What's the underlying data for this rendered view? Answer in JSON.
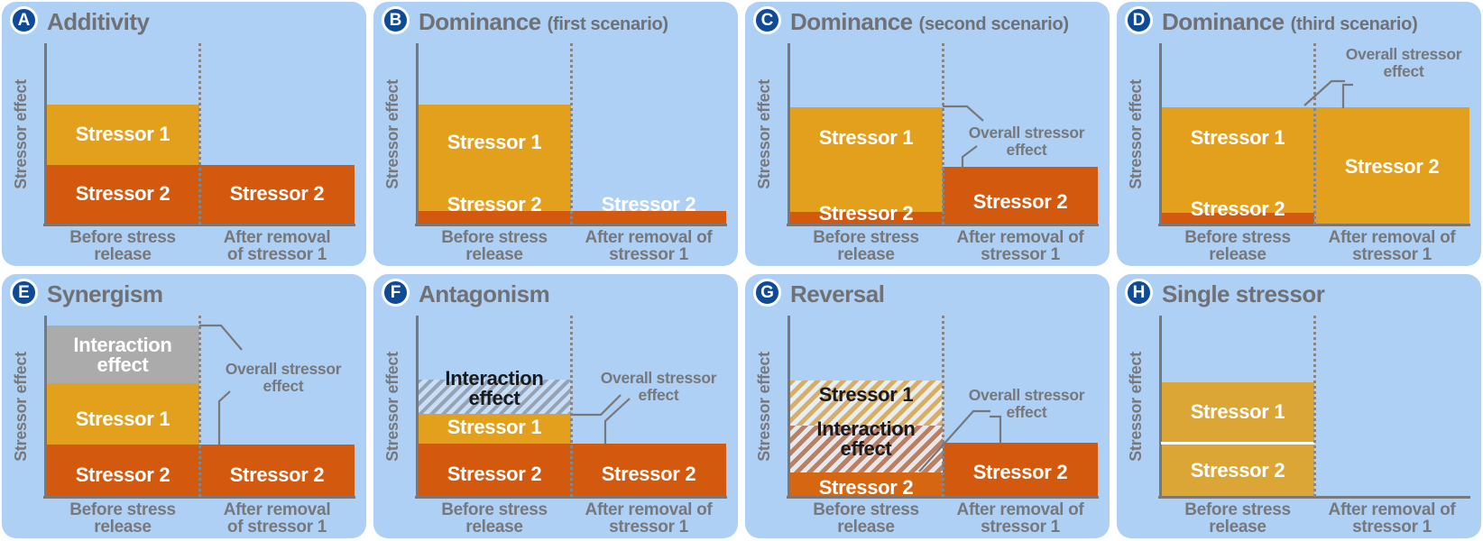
{
  "figure": {
    "description": "Stressor interaction scenarios diagram, panels A-H"
  },
  "colors": {
    "panel_bg": "#AFD0F5",
    "stressor1_amber": "#E3A01C",
    "stressor2_orange": "#D2590E",
    "single_stressor_amber": "#DBA636",
    "interaction_gray": "#ABABAB",
    "badge_navy": "#0F4A96",
    "text_gray": "#6F7174",
    "axis_gray": "#77787B"
  },
  "panels": [
    {
      "letter": "A",
      "title": "Additivity",
      "subtitle": "",
      "ylabel": "Stressor effect",
      "x_left": [
        "Before stress",
        "release"
      ],
      "x_right": [
        "After removal",
        "of stressor 1"
      ],
      "s1": "Stressor 1",
      "s2_left": "Stressor 2",
      "s2_right": "Stressor 2"
    },
    {
      "letter": "B",
      "title": "Dominance",
      "subtitle": "(first scenario)",
      "ylabel": "Stressor effect",
      "x_left": [
        "Before stress",
        "release"
      ],
      "x_right": [
        "After removal of",
        "stressor 1"
      ],
      "s1": "Stressor 1",
      "s2_left": "Stressor 2",
      "s2_right": "Stressor 2"
    },
    {
      "letter": "C",
      "title": "Dominance",
      "subtitle": "(second scenario)",
      "ylabel": "Stressor effect",
      "x_left": [
        "Before stress",
        "release"
      ],
      "x_right": [
        "After removal of",
        "stressor 1"
      ],
      "s1": "Stressor 1",
      "s2_left": "Stressor 2",
      "s2_right": "Stressor 2",
      "callout": [
        "Overall stressor",
        "effect"
      ]
    },
    {
      "letter": "D",
      "title": "Dominance",
      "subtitle": "(third scenario)",
      "ylabel": "Stressor effect",
      "x_left": [
        "Before stress",
        "release"
      ],
      "x_right": [
        "After removal of",
        "stressor 1"
      ],
      "s1": "Stressor 1",
      "s2_left": "Stressor 2",
      "s2_right": "Stressor 2",
      "callout": [
        "Overall stressor",
        "effect"
      ]
    },
    {
      "letter": "E",
      "title": "Synergism",
      "subtitle": "",
      "ylabel": "Stressor effect",
      "x_left": [
        "Before stress",
        "release"
      ],
      "x_right": [
        "After removal",
        "of stressor 1"
      ],
      "interaction": [
        "Interaction",
        "effect"
      ],
      "s1": "Stressor 1",
      "s2_left": "Stressor 2",
      "s2_right": "Stressor 2",
      "callout": [
        "Overall stressor",
        "effect"
      ]
    },
    {
      "letter": "F",
      "title": "Antagonism",
      "subtitle": "",
      "ylabel": "Stressor effect",
      "x_left": [
        "Before stress",
        "release"
      ],
      "x_right": [
        "After removal of",
        "stressor 1"
      ],
      "interaction": [
        "Interaction",
        "effect"
      ],
      "s1": "Stressor 1",
      "s2_left": "Stressor 2",
      "s2_right": "Stressor 2",
      "callout": [
        "Overall stressor",
        "effect"
      ]
    },
    {
      "letter": "G",
      "title": "Reversal",
      "subtitle": "",
      "ylabel": "Stressor effect",
      "x_left": [
        "Before stress",
        "release"
      ],
      "x_right": [
        "After removal of",
        "stressor 1"
      ],
      "interaction": [
        "Interaction",
        "effect"
      ],
      "s1": "Stressor 1",
      "s2_left": "Stressor 2",
      "s2_right": "Stressor 2",
      "callout": [
        "Overall stressor",
        "effect"
      ]
    },
    {
      "letter": "H",
      "title": "Single stressor",
      "subtitle": "",
      "ylabel": "Stressor effect",
      "x_left": [
        "Before stress",
        "release"
      ],
      "x_right": [
        "After removal of",
        "stressor 1"
      ],
      "s1": "Stressor 1",
      "s2_left": "Stressor 2"
    }
  ]
}
